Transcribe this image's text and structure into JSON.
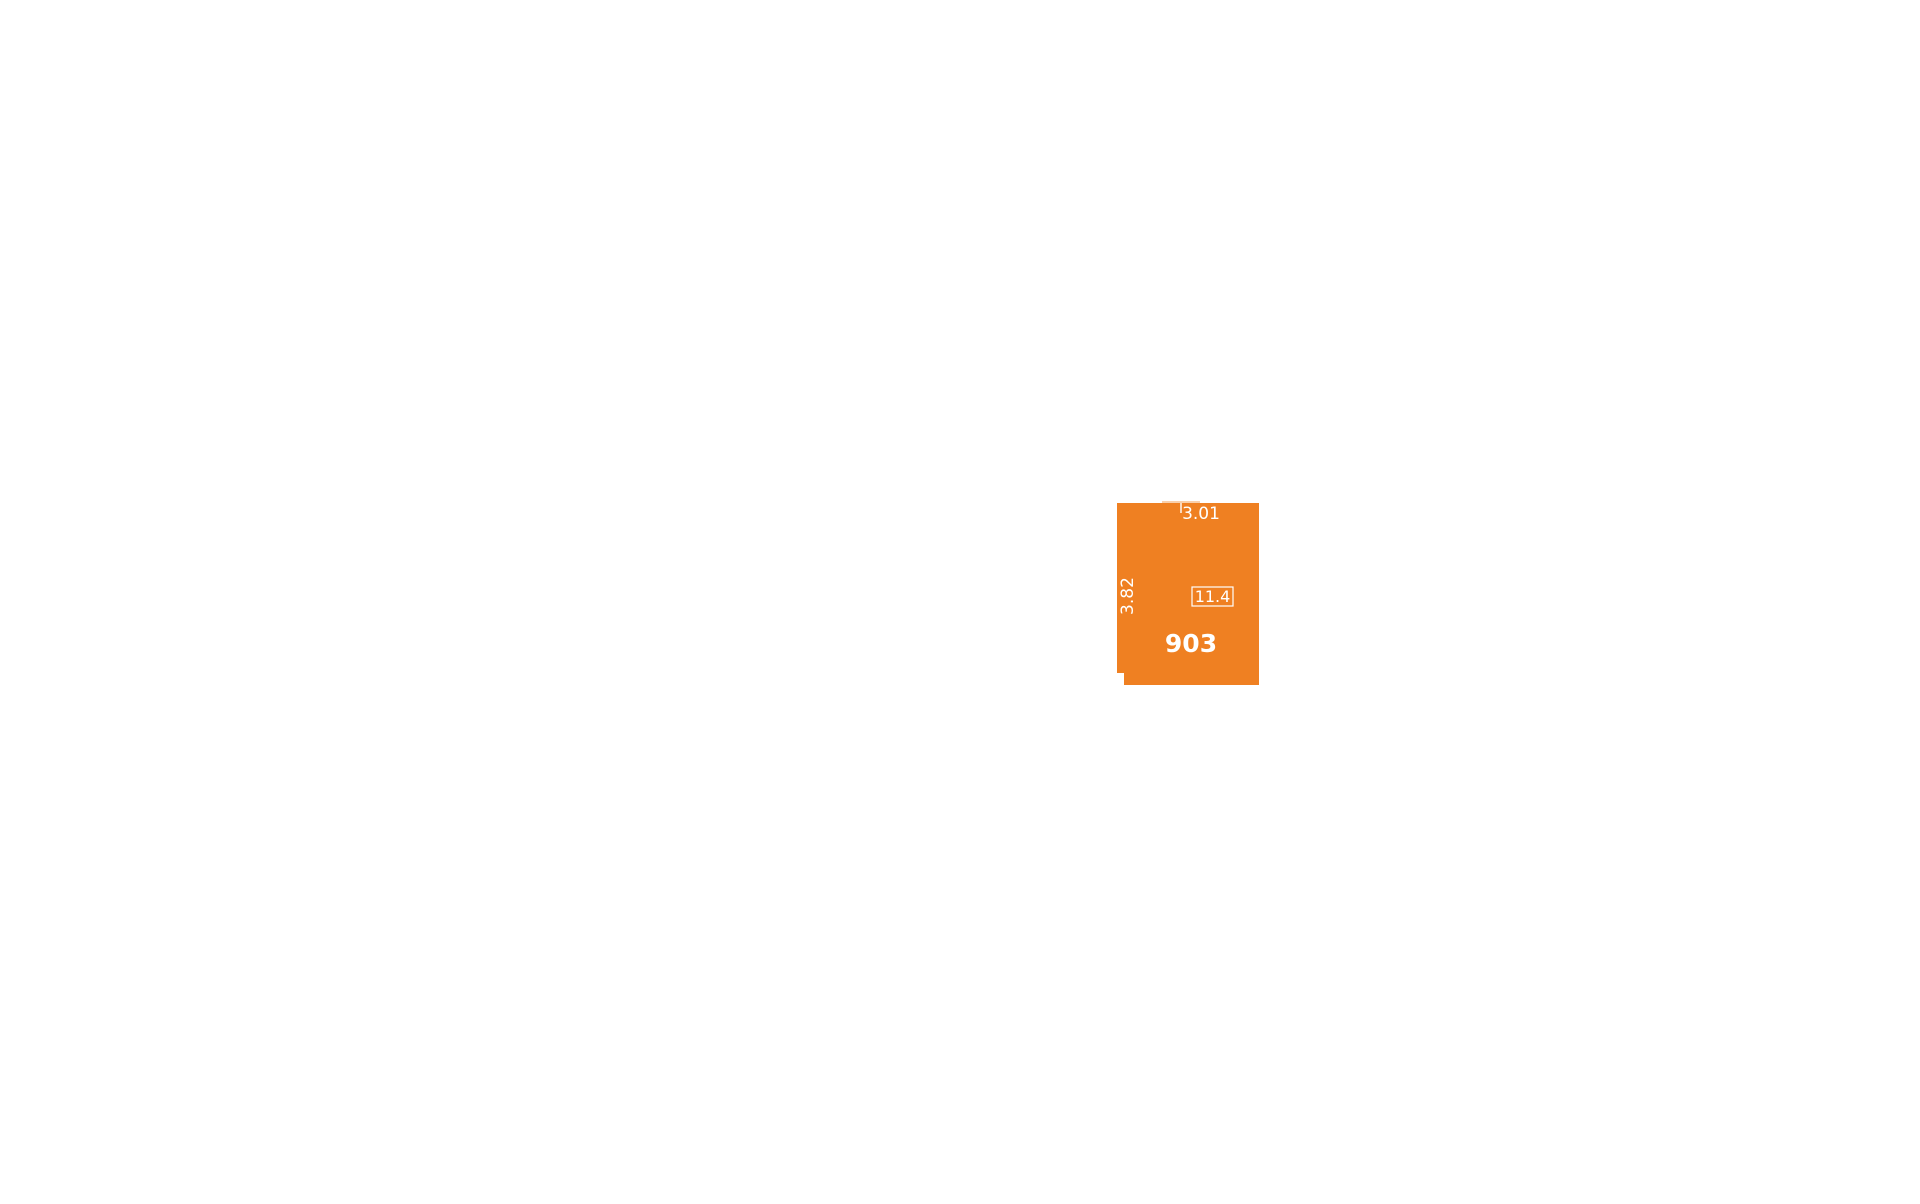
{
  "plan": {
    "room": {
      "number": "903",
      "area": "11.4",
      "width_label": "3.01",
      "depth_label": "3.82"
    },
    "colors": {
      "background": "#ffffff",
      "room_fill": "#ef8022",
      "label": "#ffffff"
    }
  }
}
